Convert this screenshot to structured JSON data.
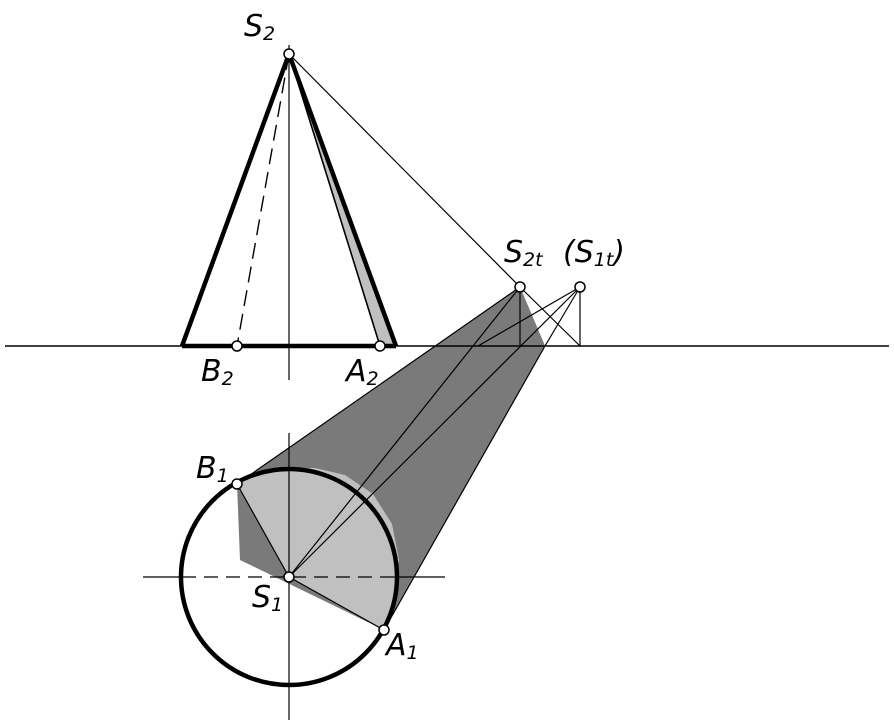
{
  "labels": {
    "s2": {
      "main": "S",
      "sub": "2"
    },
    "a2": {
      "main": "A",
      "sub": "2"
    },
    "b2": {
      "main": "B",
      "sub": "2"
    },
    "s2t": {
      "main": "S",
      "sub": "2t"
    },
    "s1t": {
      "open": "(S",
      "sub": "1t",
      "close": ")"
    },
    "s1": {
      "main": "S",
      "sub": "1"
    },
    "a1": {
      "main": "A",
      "sub": "1"
    },
    "b1": {
      "main": "B",
      "sub": "1"
    }
  },
  "colors": {
    "line": "#000000",
    "shadow_dark": "#7a7a7a",
    "shadow_light": "#c0c0c0",
    "background": "#ffffff"
  }
}
